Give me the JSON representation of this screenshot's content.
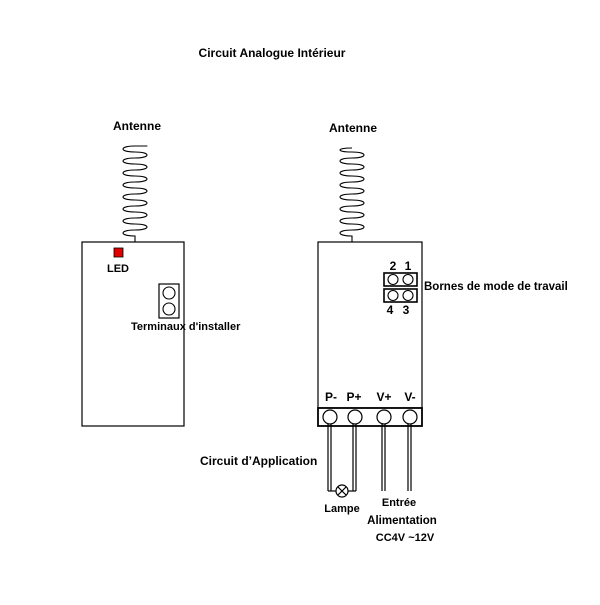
{
  "title": "Circuit Analogue Intérieur",
  "left_module": {
    "antenna_label": "Antenne",
    "led_label": "LED",
    "install_terminals_label": "Terminaux d'installer",
    "led_color": "#e00000"
  },
  "right_module": {
    "antenna_label": "Antenne",
    "jumper_numbers": {
      "top_left": "2",
      "top_right": "1",
      "bottom_left": "4",
      "bottom_right": "3"
    },
    "work_mode_label": "Bornes de mode de travail",
    "terminals": [
      "P-",
      "P+",
      "V+",
      "V-"
    ],
    "application_circuit_label": "Circuit d’Application",
    "lamp_label": "Lampe",
    "power_label_1": "Entrée",
    "power_label_2": "Alimentation",
    "power_label_3": "CC4V ~12V"
  }
}
